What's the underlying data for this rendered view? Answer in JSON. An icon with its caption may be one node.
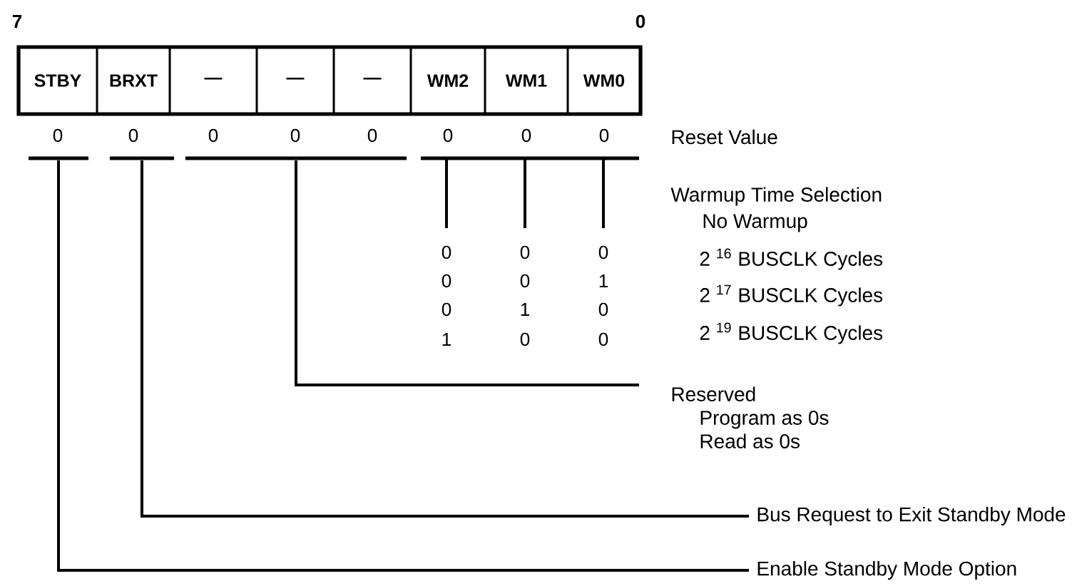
{
  "diagram": {
    "nodes": [
      {
        "text": [
          "STBY"
        ]
      },
      {
        "text": [
          "BRXT"
        ]
      },
      {
        "text": [
          "—"
        ]
      },
      {
        "text": [
          "—"
        ]
      },
      {
        "text": [
          "—"
        ]
      },
      {
        "text": [
          "WM2"
        ]
      },
      {
        "text": [
          "WM1"
        ]
      },
      {
        "text": [
          "WM0"
        ]
      },
      {
        "text": [],
        "shape": "bar"
      },
      {
        "text": [],
        "shape": "bar"
      },
      {
        "text": [],
        "shape": "bar"
      },
      {
        "text": [],
        "shape": "bar"
      },
      {
        "text": [
          "Warmup Time Selection",
          "No Warmup",
          "2 $^{16}$ BUSCLK Cycles",
          "2 $^{17}$ BUSCLK Cycles",
          "2 $^{19}$ BUSCLK Cycles"
        ]
      },
      {
        "text": [
          "Reserved",
          "Program as 0s",
          "Read as 0s"
        ]
      },
      {
        "text": [
          "Bus Request to Exit Standby Mode"
        ]
      },
      {
        "text": [
          "Enable Standby Mode Option"
        ]
      }
    ],
    "edges": [
      {
        "from": 8,
        "to": 15,
        "arrow": "none"
      },
      {
        "from": 9,
        "to": 14,
        "arrow": "none"
      },
      {
        "from": 10,
        "to": 13,
        "arrow": "none"
      }
    ],
    "labels": [
      "7",
      "0",
      "0",
      "0",
      "0",
      "0",
      "0",
      "0",
      "0",
      "0",
      "Reset Value",
      "0",
      "0",
      "0",
      "0",
      "0",
      "1",
      "0",
      "1",
      "0",
      "1",
      "0",
      "0"
    ]
  }
}
